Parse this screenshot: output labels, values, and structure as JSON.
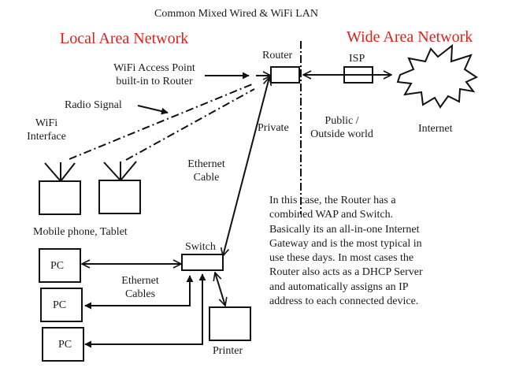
{
  "title": "Common Mixed Wired & WiFi LAN",
  "sections": {
    "lan": "Local Area Network",
    "wan": "Wide Area Network"
  },
  "colors": {
    "section_heading": "#e0201b",
    "lines": "#111111"
  },
  "labels": {
    "router": "Router",
    "isp": "ISP",
    "internet": "Internet",
    "wap_line1": "WiFi Access Point",
    "wap_line2": "built-in to Router",
    "radio_signal": "Radio Signal",
    "wifi_line1": "WiFi",
    "wifi_line2": "Interface",
    "private": "Private",
    "public_line1": "Public /",
    "public_line2": "Outside world",
    "ethernet_cable_line1": "Ethernet",
    "ethernet_cable_line2": "Cable",
    "mobile_tablet": "Mobile phone, Tablet",
    "switch": "Switch",
    "ethernet_cables_line1": "Ethernet",
    "ethernet_cables_line2": "Cables",
    "printer": "Printer",
    "pc": [
      "PC",
      "PC",
      "PC"
    ]
  },
  "note": [
    "In this case, the Router has a",
    "combined WAP and Switch.",
    "Basically its an all-in-one Internet",
    "Gateway and is the most typical in",
    "use these days. In most cases the",
    "Router also acts as a DHCP Server",
    "and automatically assigns an IP",
    "address to each connected device."
  ]
}
